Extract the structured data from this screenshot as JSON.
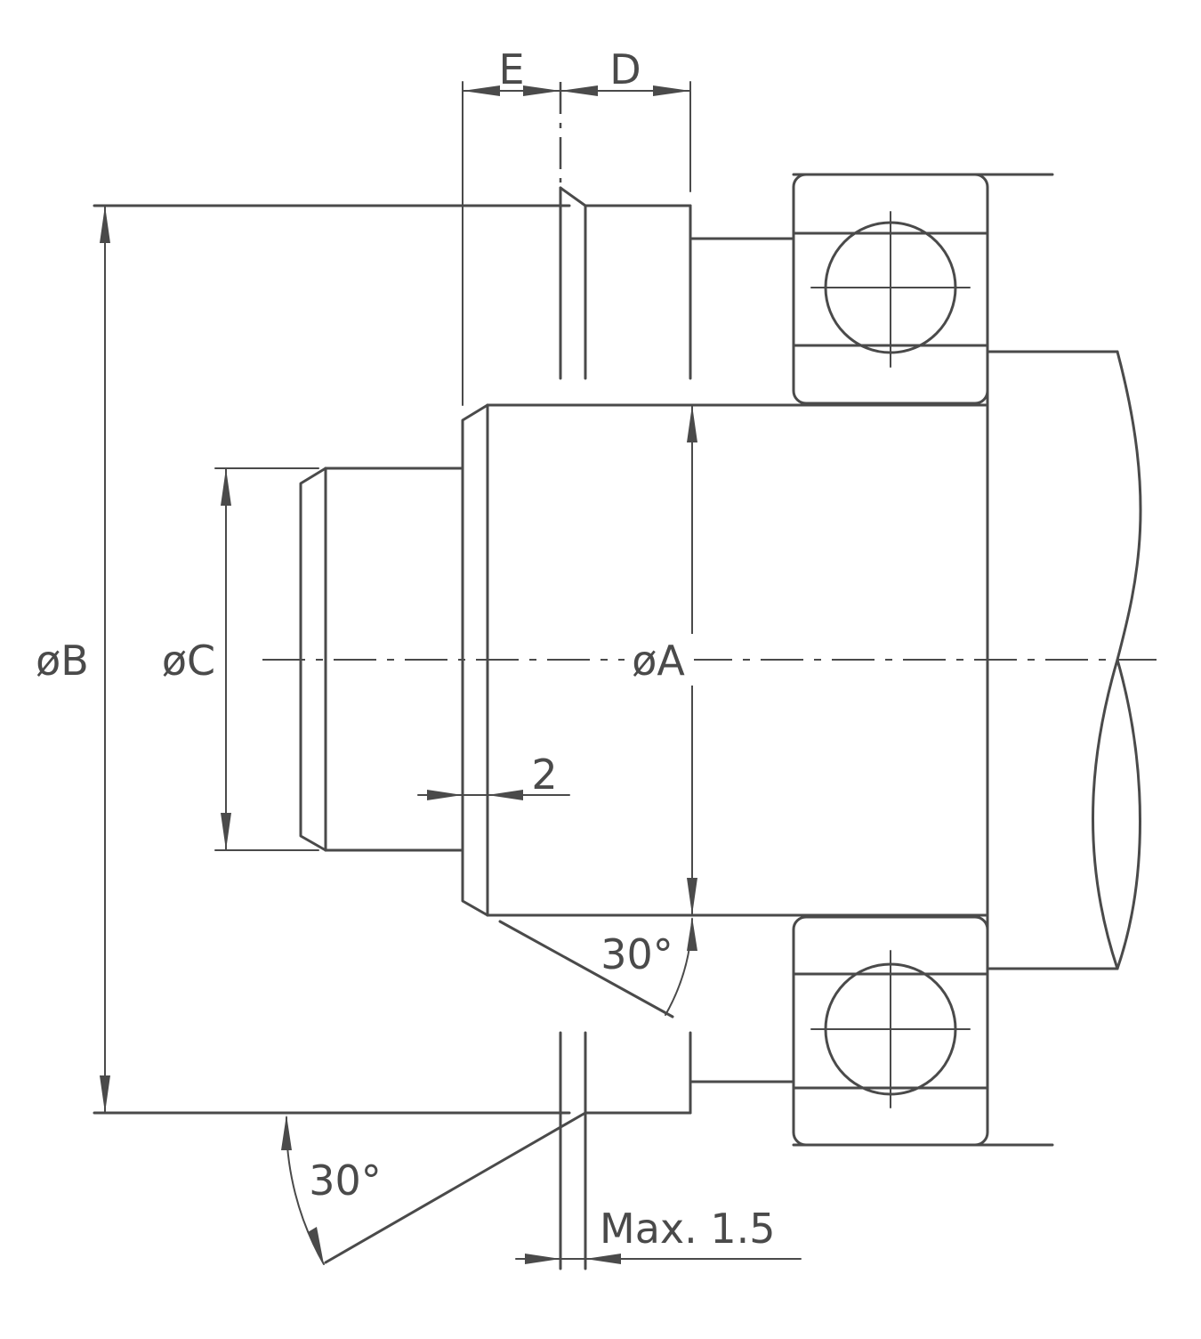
{
  "labels": {
    "dim_e": "E",
    "dim_d": "D",
    "dia_b": "øB",
    "dia_c": "øC",
    "dia_a": "øA",
    "dim_2": "2",
    "angle_upper": "30°",
    "angle_lower": "30°",
    "max_note": "Max. 1.5"
  },
  "colors": {
    "line": "#4a4a4a",
    "background": "#ffffff"
  }
}
